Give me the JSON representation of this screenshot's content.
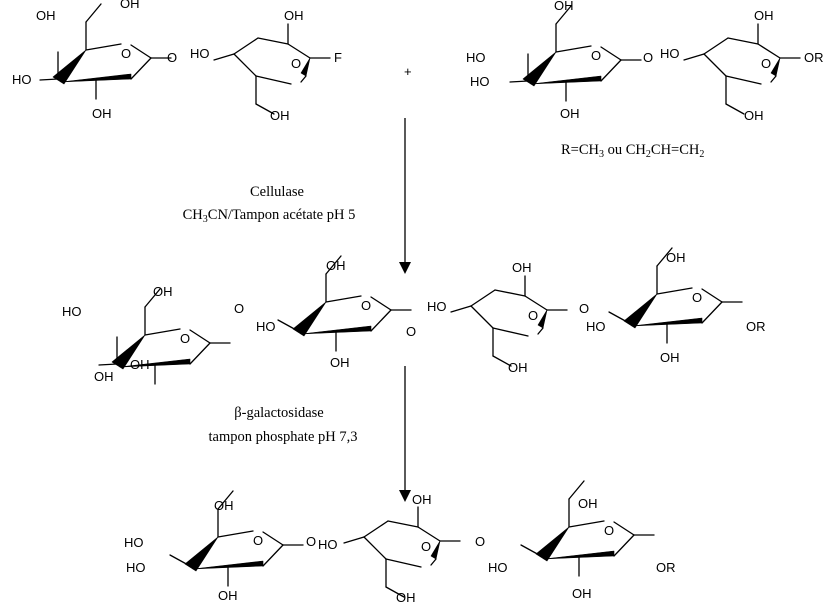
{
  "atoms": {
    "oh": "OH",
    "ho": "HO",
    "o": "O",
    "f": "F",
    "or": "OR"
  },
  "plus": "+",
  "r_note": {
    "prefix": "R=CH",
    "sub1": "3",
    "mid": " ou CH",
    "sub2": "2",
    "suffix": "CH=CH",
    "sub3": "2"
  },
  "step1": {
    "enzyme": "Cellulase",
    "solvent_prefix": "CH",
    "solvent_sub": "3",
    "solvent_suffix": "CN/Tampon acétate pH 5"
  },
  "step2": {
    "enzyme": "β-galactosidase",
    "buffer": "tampon phosphate pH 7,3"
  }
}
